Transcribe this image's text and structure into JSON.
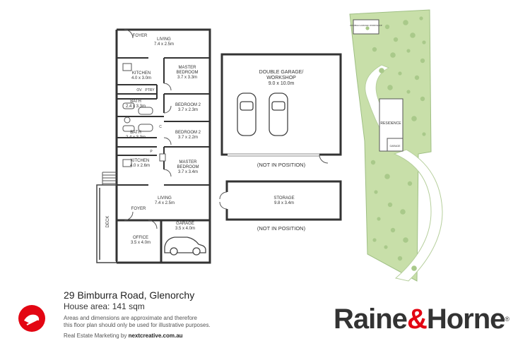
{
  "floorplan": {
    "rooms": {
      "foyer_top": "FOYER",
      "living_top": {
        "name": "LIVING",
        "dims": "7.4 x 2.5m"
      },
      "master_top": {
        "name": "MASTER",
        "name2": "BEDROOM",
        "dims": "3.7 x 3.3m"
      },
      "kitchen_top": {
        "name": "KITCHEN",
        "dims": "4.0 x 3.0m"
      },
      "ov": "OV",
      "ptry": "PTRY",
      "bed2_top": {
        "name": "BEDROOM 2",
        "dims": "3.7 x 2.3m"
      },
      "bath_top": {
        "name": "BATH",
        "dims": "2.4 x 3.3m"
      },
      "bath_bottom": {
        "name": "BATH",
        "dims": "2.4 x 3.3m"
      },
      "c": "C",
      "bed2_bottom": {
        "name": "BEDROOM 2",
        "dims": "3.7 x 2.2m"
      },
      "p": "P",
      "kitchen_bottom": {
        "name": "KITCHEN",
        "dims": "4.0 x 2.6m"
      },
      "master_bottom": {
        "name": "MASTER",
        "name2": "BEDROOM",
        "dims": "3.7 x 3.4m"
      },
      "living_bottom": {
        "name": "LIVING",
        "dims": "7.4 x 2.5m"
      },
      "foyer_bottom": "FOYER",
      "deck": "DECK",
      "office": {
        "name": "OFFICE",
        "dims": "3.5 x 4.0m"
      },
      "garage": {
        "name": "GARAGE",
        "dims": "3.5 x 4.0m"
      }
    },
    "double_garage": {
      "name": "DOUBLE GARAGE/",
      "name2": "WORKSHOP",
      "dims": "9.0 x 10.0m",
      "note": "(NOT IN POSITION)"
    },
    "storage": {
      "name": "STORAGE",
      "dims": "9.8 x 3.4m",
      "note": "(NOT IN POSITION)"
    }
  },
  "siteplan": {
    "workshop_label": "DOUBLE GARAGE/ WORKSHOP",
    "residence_label": "RESIDENCE",
    "garage_label": "GARAGE",
    "colors": {
      "grass": "#c8dfa9",
      "tree": "#a9c98a",
      "driveway": "#ffffff"
    }
  },
  "footer": {
    "address": "29 Bimburra Road, Glenorchy",
    "house_area": "House area: 141 sqm",
    "disclaimer_1": "Areas and dimensions are approximate and therefore",
    "disclaimer_2": "this floor plan should only be used for illustrative purposes.",
    "credit_prefix": "Real Estate Marketing by",
    "credit_site": "nextcreative.com.au"
  },
  "brand": {
    "word1": "Raine",
    "amp": "&",
    "word2": "Horne",
    "reg": "®",
    "colors": {
      "red": "#e30613",
      "dark": "#333333"
    }
  }
}
